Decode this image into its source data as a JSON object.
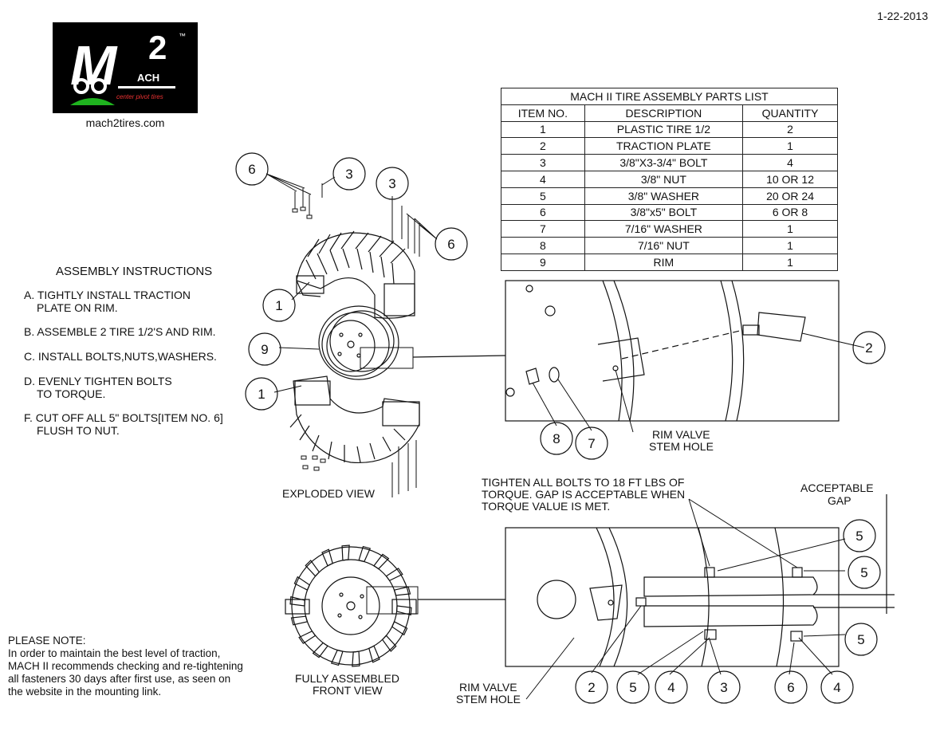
{
  "date": "1-22-2013",
  "logo": {
    "big_letter": "M",
    "superscript": "2",
    "trademark": "™",
    "sub_text": "ACH",
    "tagline": "center pivot tires",
    "url": "mach2tires.com"
  },
  "parts_list": {
    "title": "MACH II TIRE ASSEMBLY PARTS LIST",
    "headers": [
      "ITEM NO.",
      "DESCRIPTION",
      "QUANTITY"
    ],
    "rows": [
      [
        "1",
        "PLASTIC TIRE 1/2",
        "2"
      ],
      [
        "2",
        "TRACTION PLATE",
        "1"
      ],
      [
        "3",
        "3/8\"X3-3/4\" BOLT",
        "4"
      ],
      [
        "4",
        "3/8\"  NUT",
        "10 OR 12"
      ],
      [
        "5",
        "3/8\" WASHER",
        "20 OR 24"
      ],
      [
        "6",
        "3/8\"x5\" BOLT",
        "6 OR 8"
      ],
      [
        "7",
        "7/16\" WASHER",
        "1"
      ],
      [
        "8",
        "7/16\" NUT",
        "1"
      ],
      [
        "9",
        "RIM",
        "1"
      ]
    ]
  },
  "instructions": {
    "title": "ASSEMBLY INSTRUCTIONS",
    "steps": [
      {
        "line1": "A. TIGHTLY INSTALL TRACTION",
        "line2": "    PLATE ON RIM."
      },
      {
        "line1": "B. ASSEMBLE 2 TIRE 1/2'S AND RIM.",
        "line2": ""
      },
      {
        "line1": "C. INSTALL BOLTS,NUTS,WASHERS.",
        "line2": ""
      },
      {
        "line1": "D. EVENLY TIGHTEN BOLTS",
        "line2": "    TO TORQUE."
      },
      {
        "line1": "F. CUT OFF ALL 5\" BOLTS[ITEM NO. 6]",
        "line2": "    FLUSH TO NUT."
      }
    ]
  },
  "note": {
    "title": "PLEASE NOTE:",
    "lines": [
      "In order to maintain the best level of traction,",
      "MACH II recommends checking and re-tightening",
      "all fasteners 30 days after first use, as seen on",
      "the website in the mounting link."
    ]
  },
  "labels": {
    "exploded_view": "EXPLODED VIEW",
    "assembled_line1": "FULLY ASSEMBLED",
    "assembled_line2": "FRONT VIEW",
    "rim_valve_1_line1": "RIM VALVE",
    "rim_valve_1_line2": "STEM HOLE",
    "rim_valve_2_line1": "RIM VALVE",
    "rim_valve_2_line2": "STEM HOLE",
    "torque_line1": "TIGHTEN ALL BOLTS TO 18 FT LBS OF",
    "torque_line2": "TORQUE. GAP IS ACCEPTABLE WHEN",
    "torque_line3": "TORQUE VALUE IS MET.",
    "gap_line1": "ACCEPTABLE",
    "gap_line2": "GAP"
  },
  "callouts": {
    "c6a": "6",
    "c3a": "3",
    "c3b": "3",
    "c6b": "6",
    "c1a": "1",
    "c9": "9",
    "c1b": "1",
    "c2a": "2",
    "c8": "8",
    "c7": "7",
    "c5a": "5",
    "c5b": "5",
    "c5c": "5",
    "c2b": "2",
    "c5d": "5",
    "c4a": "4",
    "c3c": "3",
    "c6c": "6",
    "c4b": "4"
  }
}
